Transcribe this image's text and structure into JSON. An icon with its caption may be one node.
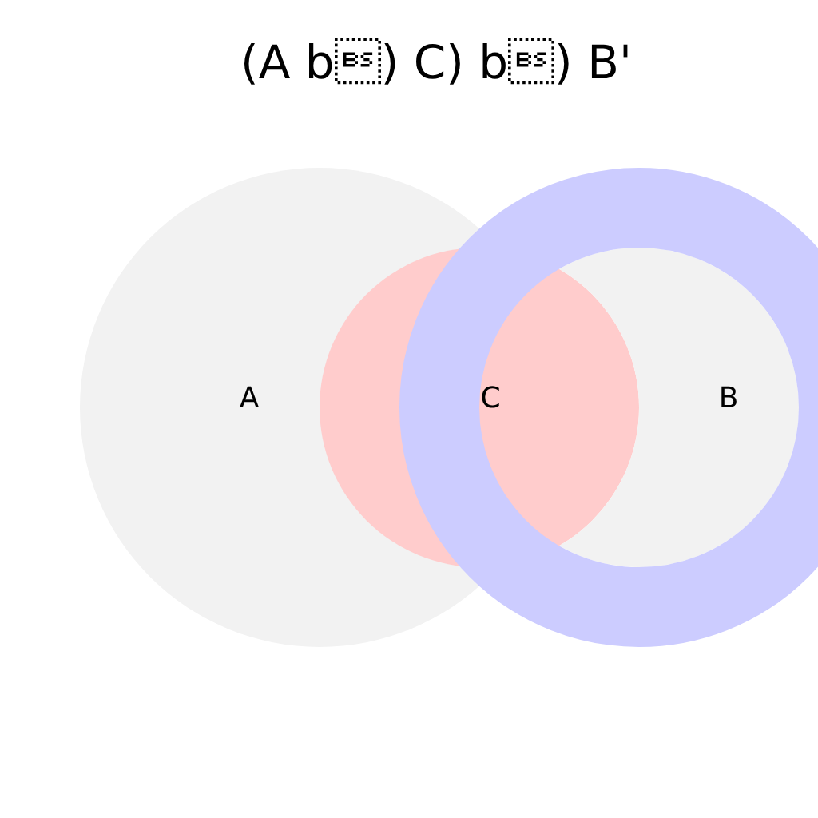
{
  "diagram": {
    "title": "(A b\b) C) b\b) B'",
    "nodes": [
      {
        "text": [
          "A"
        ]
      },
      {
        "text": [
          "C"
        ]
      },
      {
        "text": [
          "B"
        ]
      }
    ]
  }
}
